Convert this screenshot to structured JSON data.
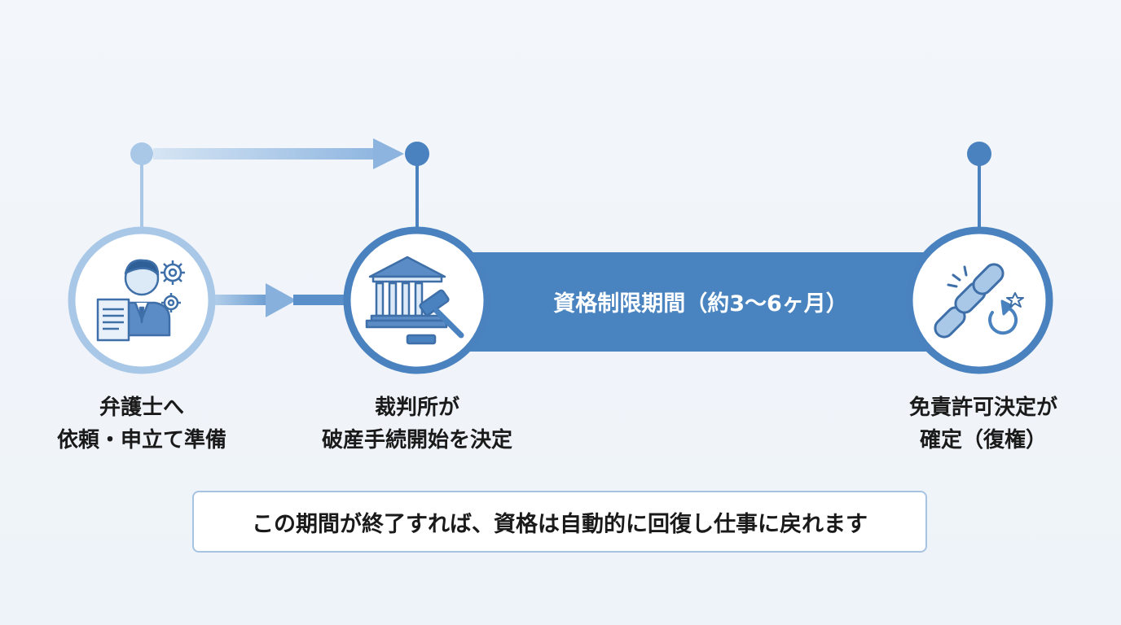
{
  "steps": [
    {
      "id": "step1",
      "line1": "弁護士へ",
      "line2": "依頼・申立て準備",
      "icon": "lawyer-with-document-and-gears-icon"
    },
    {
      "id": "step2",
      "line1": "裁判所が",
      "line2": "破産手続開始を決定",
      "icon": "courthouse-with-gavel-icon"
    },
    {
      "id": "step3",
      "line1": "免責許可決定が",
      "line2": "確定（復権）",
      "icon": "broken-chain-icon"
    }
  ],
  "period_band": {
    "label": "資格制限期間（約3〜6ヶ月）"
  },
  "note": {
    "text": "この期間が終了すれば、資格は自動的に回復し仕事に戻れます"
  },
  "colors": {
    "light_blue": "#a9c8e8",
    "mid_blue": "#7fa9d6",
    "dark_blue": "#4a82bf",
    "band_blue": "#4a84c0",
    "background": "#f1f5fa"
  }
}
